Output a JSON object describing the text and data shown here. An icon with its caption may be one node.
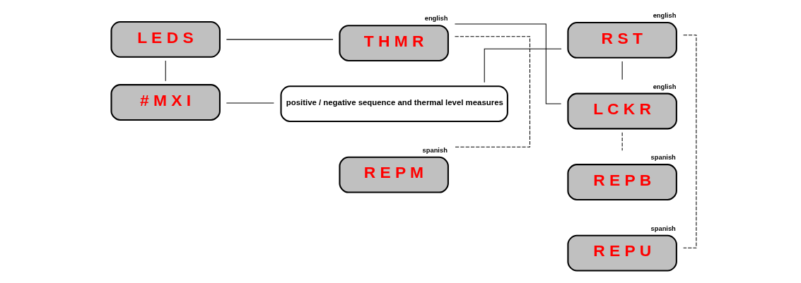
{
  "diagram": {
    "nodes": [
      {
        "text": [
          "# M X I"
        ]
      },
      {
        "text": [
          "positive / negative sequence and thermal level measures"
        ]
      },
      {
        "text": [
          "R S T"
        ],
        "beside": [
          "english"
        ]
      },
      {
        "text": [
          "R E P U"
        ],
        "beside": [
          "spanish"
        ]
      },
      {
        "text": [
          "L C K R"
        ],
        "beside": [
          "english"
        ]
      },
      {
        "text": [
          "R E P B"
        ],
        "beside": [
          "spanish"
        ]
      },
      {
        "text": [
          "T H M R"
        ],
        "beside": [
          "english"
        ]
      },
      {
        "text": [
          "R E P M"
        ],
        "beside": [
          "spanish"
        ]
      },
      {
        "text": [
          "L E D S"
        ]
      }
    ],
    "edges": [
      {
        "from": 0,
        "to": 1,
        "arrow": "none"
      },
      {
        "from": 1,
        "to": 2,
        "arrow": "none"
      },
      {
        "from": 2,
        "to": 3,
        "arrow": "none",
        "style": "dashed"
      },
      {
        "from": 2,
        "to": 4,
        "arrow": "none"
      },
      {
        "from": 4,
        "to": 5,
        "arrow": "none",
        "style": "dashed"
      },
      {
        "from": 4,
        "to": 6,
        "arrow": "none"
      },
      {
        "from": 6,
        "to": 7,
        "arrow": "none",
        "style": "dashed"
      },
      {
        "from": 6,
        "to": 8,
        "arrow": "none"
      },
      {
        "from": 8,
        "to": 0,
        "arrow": "none"
      }
    ]
  }
}
